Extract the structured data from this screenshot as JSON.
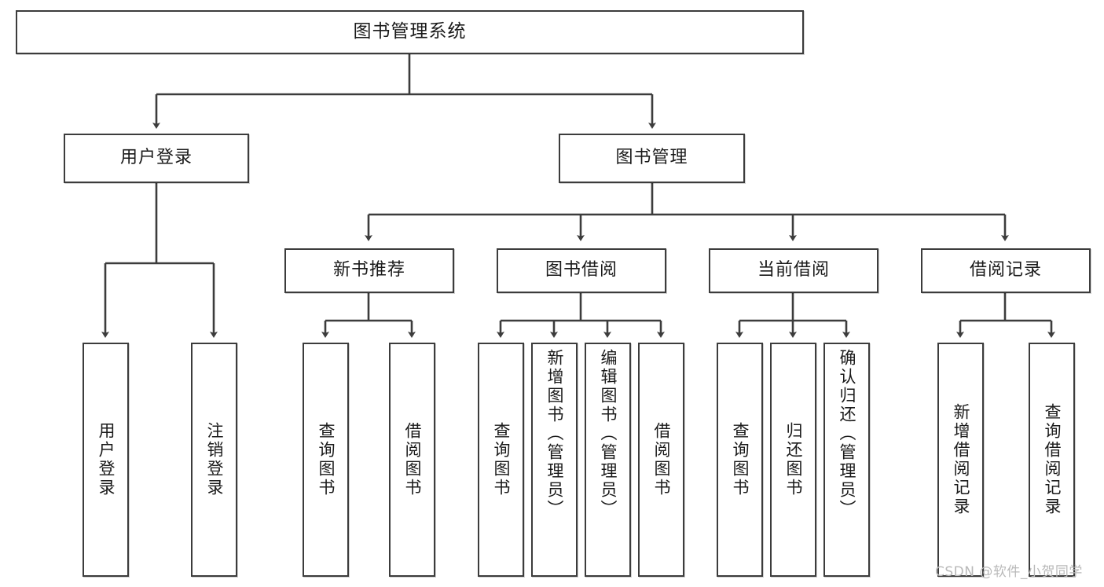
{
  "diagram": {
    "title": "图书管理系统",
    "type": "tree",
    "watermark": "CSDN @软件_小贺同学",
    "colors": {
      "stroke": "#3c3c3c",
      "fill": "#ffffff",
      "text": "#1a1a1a",
      "watermark": "#b9b9b9"
    },
    "root": {
      "label": "图书管理系统"
    },
    "level2": [
      {
        "label": "用户登录"
      },
      {
        "label": "图书管理"
      }
    ],
    "level3": [
      {
        "label": "新书推荐"
      },
      {
        "label": "图书借阅"
      },
      {
        "label": "当前借阅"
      },
      {
        "label": "借阅记录"
      }
    ],
    "leaves": {
      "user_login": [
        {
          "label": "用户登录"
        },
        {
          "label": "注销登录"
        }
      ],
      "new_books": [
        {
          "label": "查询图书"
        },
        {
          "label": "借阅图书"
        }
      ],
      "book_borrow": [
        {
          "label": "查询图书"
        },
        {
          "label": "新增图书（管理员）"
        },
        {
          "label": "编辑图书（管理员）"
        },
        {
          "label": "借阅图书"
        }
      ],
      "current_borrow": [
        {
          "label": "查询图书"
        },
        {
          "label": "归还图书"
        },
        {
          "label": "确认归还（管理员）"
        }
      ],
      "borrow_records": [
        {
          "label": "新增借阅记录"
        },
        {
          "label": "查询借阅记录"
        }
      ]
    }
  }
}
